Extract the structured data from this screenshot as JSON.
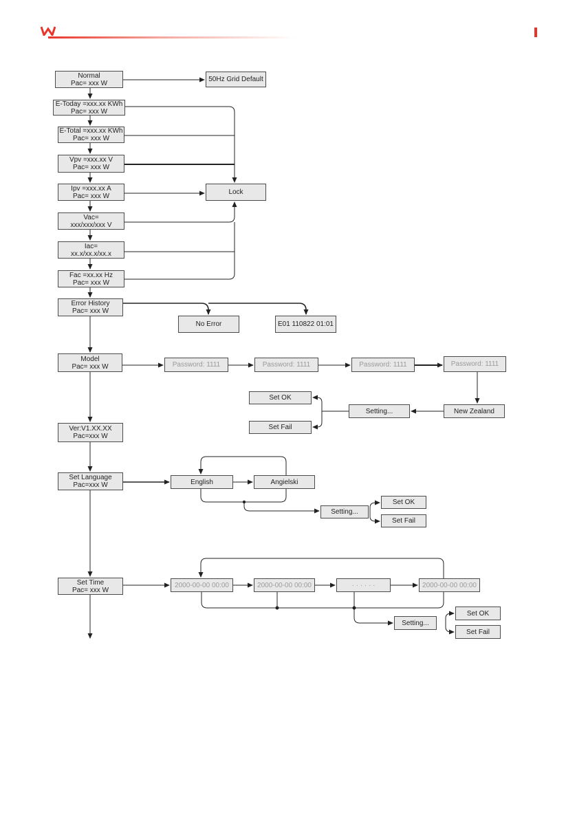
{
  "header": {
    "accent_color": "#e8352b",
    "logo_icon": "brand-logo-icon"
  },
  "menu": {
    "normal": {
      "line1": "Normal",
      "line2": "Pac= xxx W"
    },
    "grid_default": "50Hz Grid Default",
    "e_today": {
      "line1": "E-Today =xxx.xx KWh",
      "line2": "Pac= xxx W"
    },
    "e_total": {
      "line1": "E-Total =xxx.xx KWh",
      "line2": "Pac= xxx W"
    },
    "vpv": {
      "line1": "Vpv =xxx.xx V",
      "line2": "Pac= xxx W"
    },
    "ipv": {
      "line1": "Ipv =xxx.xx A",
      "line2": "Pac= xxx W"
    },
    "lock": "Lock",
    "vac": {
      "line1": "Vac=",
      "line2": "xxx/xxx/xxx V"
    },
    "iac": {
      "line1": "Iac=",
      "line2": "xx.x/xx.x/xx.x"
    },
    "fac": {
      "line1": "Fac =xx.xx Hz",
      "line2": "Pac= xxx W"
    },
    "error_history": {
      "line1": "Error  History",
      "line2": "Pac= xxx W"
    },
    "no_error": "No Error",
    "error_entry": "E01 110822 01:01",
    "model": {
      "line1": "Model",
      "line2": "Pac= xxx W"
    },
    "password1": "Password: 1111",
    "password2": "Password: 1111",
    "password3": "Password: 1111",
    "password4": "Password: 1111",
    "new_zealand": "New Zealand",
    "model_setting": "Setting...",
    "model_set_ok": "Set OK",
    "model_set_fail": "Set Fail",
    "version": {
      "line1": "Ver:V1.XX.XX",
      "line2": "Pac=xxx W"
    },
    "set_language": {
      "line1": "Set Language",
      "line2": "Pac=xxx W"
    },
    "english": "English",
    "angielski": "Angielski",
    "lang_setting": "Setting...",
    "lang_set_ok": "Set OK",
    "lang_set_fail": "Set Fail",
    "set_time": {
      "line1": "Set Time",
      "line2": "Pac= xxx W"
    },
    "time1": "2000-00-00 00:00",
    "time2": "2000-00-00 00:00",
    "time_dots": "· · · · · ·",
    "time4": "2000-00-00 00:00",
    "time_setting": "Setting...",
    "time_set_ok": "Set OK",
    "time_set_fail": "Set Fail"
  }
}
